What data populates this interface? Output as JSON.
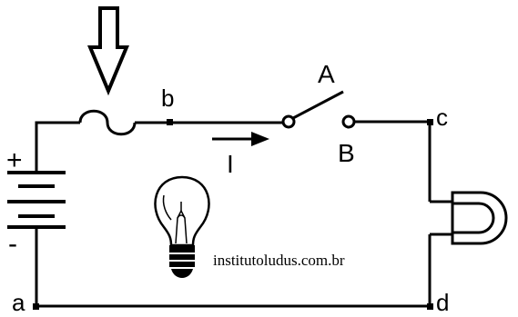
{
  "diagram": {
    "nodes": {
      "a": "a",
      "b": "b",
      "c": "c",
      "d": "d"
    },
    "switch_contacts": {
      "A": "A",
      "B": "B"
    },
    "current_label": "I",
    "battery": {
      "positive": "+",
      "negative": "-"
    },
    "watermark": "institutoludus.com.br",
    "icons": [
      "down-arrow-icon",
      "fuse-icon",
      "battery-icon",
      "switch-icon",
      "current-arrow-icon",
      "lightbulb-icon",
      "lamp-socket-icon"
    ],
    "colors": {
      "line": "#000000",
      "background": "#ffffff"
    }
  }
}
